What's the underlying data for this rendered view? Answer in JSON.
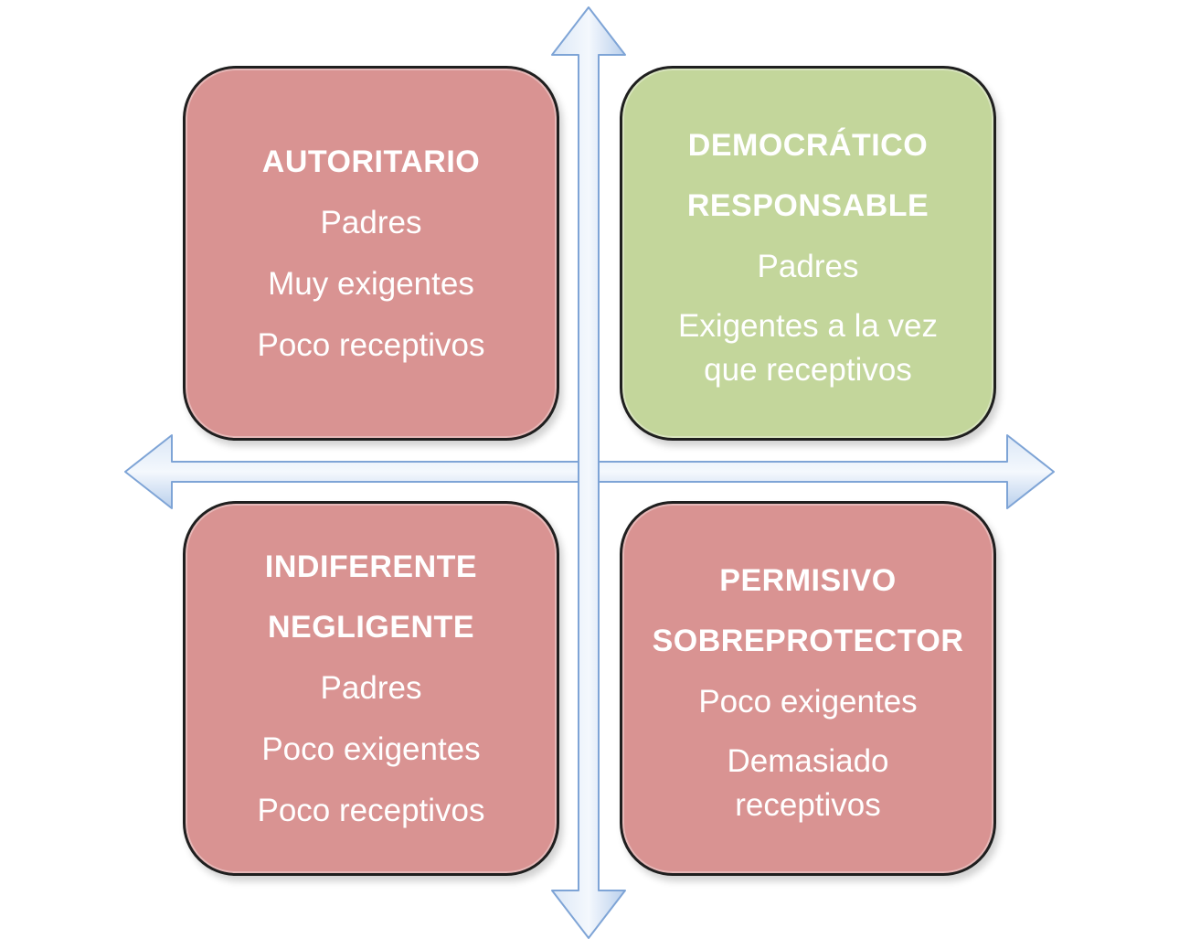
{
  "quadrants": {
    "top_left": {
      "titles": [
        "AUTORITARIO"
      ],
      "lines": [
        "Padres",
        "Muy exigentes",
        "Poco receptivos"
      ],
      "color": "#d99392"
    },
    "top_right": {
      "titles": [
        "DEMOCRÁTICO",
        "RESPONSABLE"
      ],
      "lines": [
        "Padres",
        "Exigentes a la vez que receptivos"
      ],
      "color": "#c3d69b"
    },
    "bottom_left": {
      "titles": [
        "INDIFERENTE",
        "NEGLIGENTE"
      ],
      "lines": [
        "Padres",
        "Poco exigentes",
        "Poco receptivos"
      ],
      "color": "#d99392"
    },
    "bottom_right": {
      "titles": [
        "PERMISIVO",
        "SOBREPROTECTOR"
      ],
      "lines": [
        "Poco exigentes",
        "Demasiado receptivos"
      ],
      "color": "#d99392"
    }
  },
  "arrow_color": "#c6d9f1",
  "arrow_outline": "#7ea4d6"
}
